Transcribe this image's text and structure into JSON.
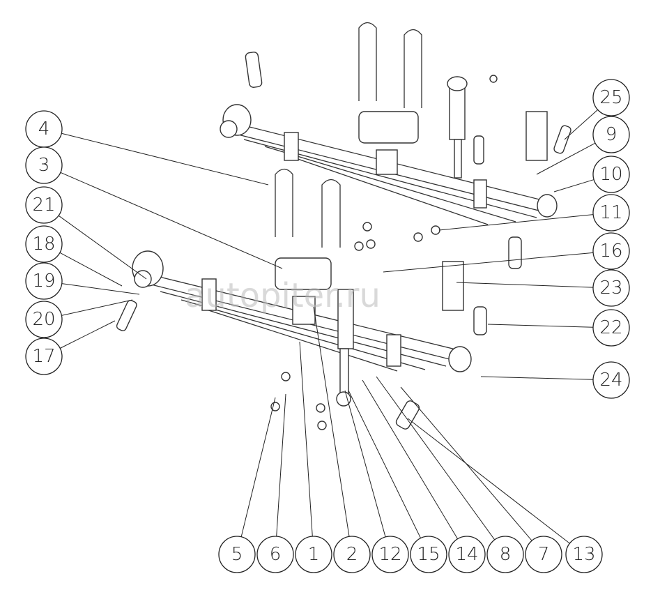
{
  "watermark": "autopiter.ru",
  "callouts": [
    {
      "label": "4"
    },
    {
      "label": "3"
    },
    {
      "label": "21"
    },
    {
      "label": "18"
    },
    {
      "label": "19"
    },
    {
      "label": "20"
    },
    {
      "label": "17"
    },
    {
      "label": "25"
    },
    {
      "label": "9"
    },
    {
      "label": "10"
    },
    {
      "label": "11"
    },
    {
      "label": "16"
    },
    {
      "label": "23"
    },
    {
      "label": "22"
    },
    {
      "label": "24"
    },
    {
      "label": "5"
    },
    {
      "label": "6"
    },
    {
      "label": "1"
    },
    {
      "label": "2"
    },
    {
      "label": "12"
    },
    {
      "label": "15"
    },
    {
      "label": "14"
    },
    {
      "label": "8"
    },
    {
      "label": "7"
    },
    {
      "label": "13"
    }
  ]
}
